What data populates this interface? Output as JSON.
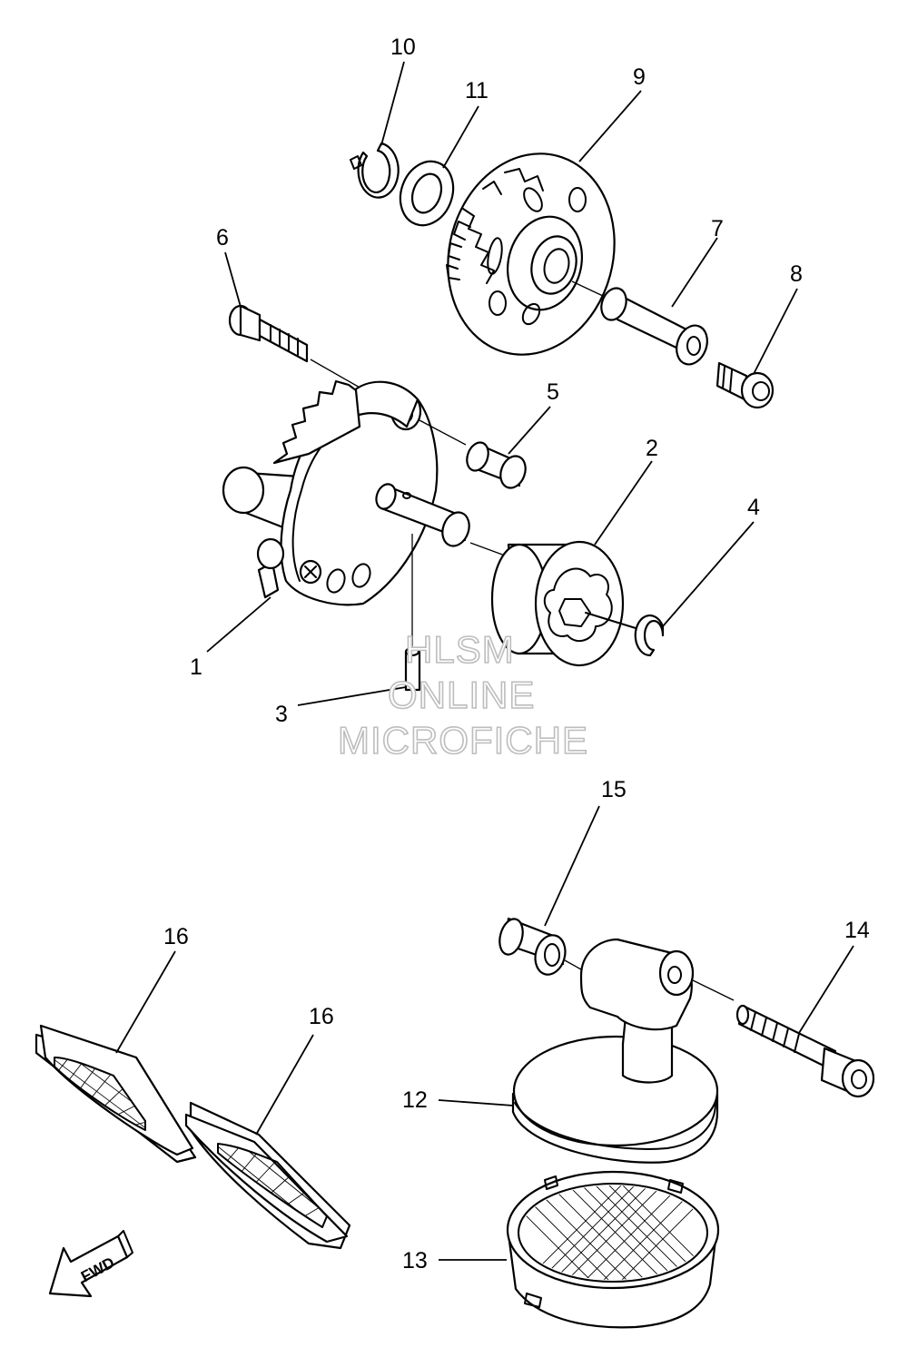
{
  "callouts": [
    {
      "id": "c1",
      "label": "1"
    },
    {
      "id": "c2",
      "label": "2"
    },
    {
      "id": "c3",
      "label": "3"
    },
    {
      "id": "c4",
      "label": "4"
    },
    {
      "id": "c5",
      "label": "5"
    },
    {
      "id": "c6",
      "label": "6"
    },
    {
      "id": "c7",
      "label": "7"
    },
    {
      "id": "c8",
      "label": "8"
    },
    {
      "id": "c9",
      "label": "9"
    },
    {
      "id": "c10",
      "label": "10"
    },
    {
      "id": "c11",
      "label": "11"
    },
    {
      "id": "c12",
      "label": "12"
    },
    {
      "id": "c13",
      "label": "13"
    },
    {
      "id": "c14",
      "label": "14"
    },
    {
      "id": "c15",
      "label": "15"
    },
    {
      "id": "c16a",
      "label": "16"
    },
    {
      "id": "c16b",
      "label": "16"
    }
  ],
  "watermark": {
    "line1": "HLSM",
    "line2": "ONLINE",
    "line3": "MICROFICHE"
  },
  "direction_arrow": {
    "label": "FWD"
  }
}
